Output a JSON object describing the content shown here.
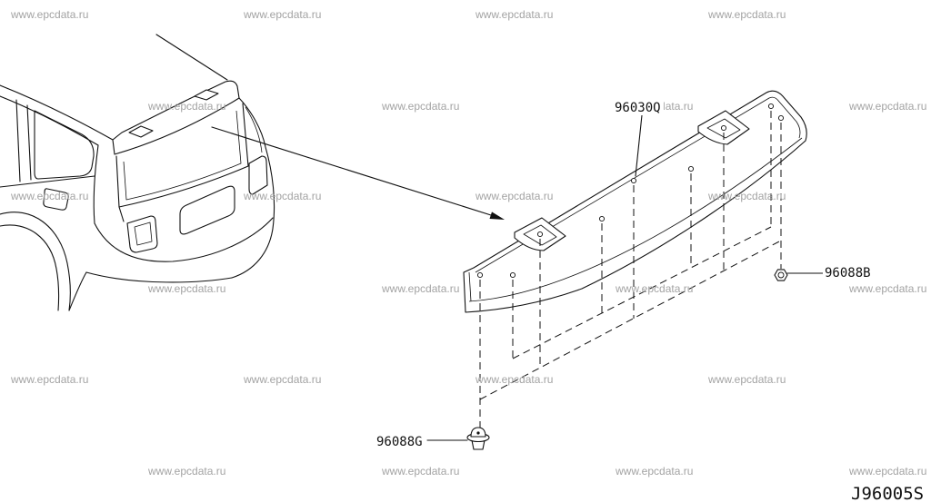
{
  "watermark": "www.epcdata.ru",
  "diagram_code": "J96005S",
  "callouts": [
    {
      "part_number": "96030Q"
    },
    {
      "part_number": "96088B"
    },
    {
      "part_number": "96088G"
    }
  ],
  "colors": {
    "background": "#ffffff",
    "line": "#111111",
    "watermark": "#a3a3a3"
  }
}
